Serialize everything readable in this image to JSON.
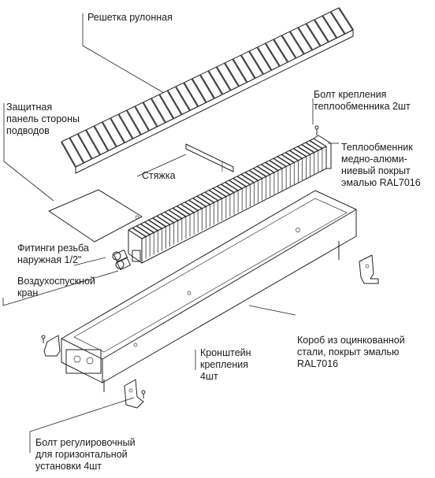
{
  "labels": {
    "grille": "Решетка рулонная",
    "bolt_exchanger": "Болт крепления\nтеплообменника 2шт",
    "protective_panel": "Защитная\nпанель стороны\nподводов",
    "exchanger": "Теплообменник\nмедно-алюми-\nниевый покрыт\nэмалью RAL7016",
    "tie": "Стяжка",
    "fittings": "Фитинги резьба\nнаружная 1/2\"",
    "air_vent": "Воздухоспускной\nкран",
    "box": "Короб из оцинкованной\nстали, покрыт эмалью\nRAL7016",
    "bracket": "Кронштейн\nкрепления\n4шт",
    "leveling_bolt": "Болт регулировочный\nдля горизонтальной\nустановки 4шт"
  },
  "colors": {
    "line": "#222222",
    "fill": "#ffffff",
    "grille_dark": "#444444"
  }
}
